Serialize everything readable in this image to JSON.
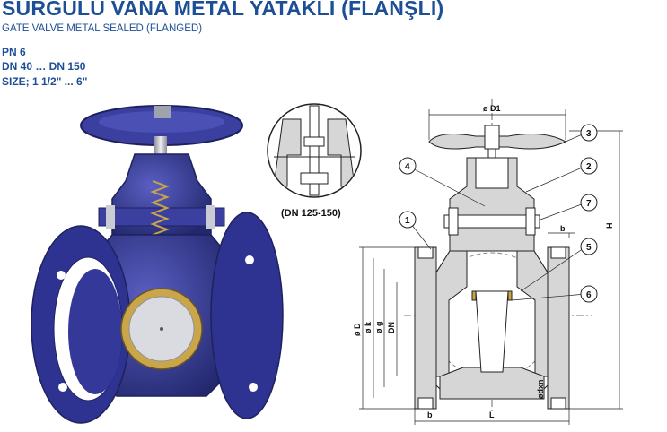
{
  "header": {
    "title": "SÜRGÜLÜ VANA METAL YATAKLI (FLANŞLI)",
    "subtitle": "GATE VALVE METAL SEALED (FLANGED)",
    "specs": [
      "PN 6",
      "DN 40 … DN 150",
      "SIZE; 1 1/2\" ... 6\""
    ]
  },
  "detail": {
    "caption": "(DN 125-150)"
  },
  "drawing": {
    "dimensions": {
      "d1": "ø D1",
      "h": "H",
      "l": "L",
      "b_top": "b",
      "b_bottom": "b",
      "outer_d": "ø D",
      "k": "ø k",
      "g": "ø g",
      "dn": "DN",
      "bolt": "ødxn"
    },
    "balloons": [
      "1",
      "2",
      "3",
      "4",
      "5",
      "6",
      "7"
    ]
  },
  "colors": {
    "brand_blue": "#1d4f96",
    "valve_body": "#3a3fa0",
    "stem": "#c9ccd2",
    "seat_brass": "#c9a64a",
    "section_fill": "#d6d6d6"
  }
}
